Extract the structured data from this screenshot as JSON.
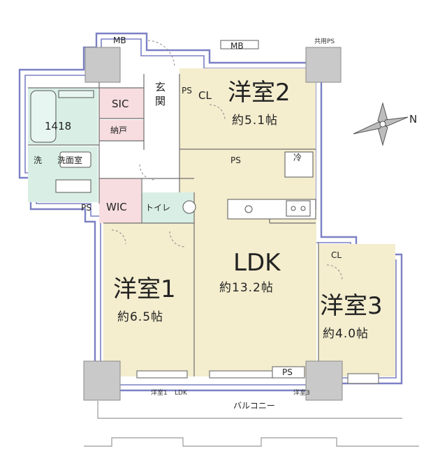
{
  "rooms": {
    "western1": {
      "name": "洋室1",
      "size": "約6.5帖"
    },
    "western2": {
      "name": "洋室2",
      "size": "約5.1帖"
    },
    "western3": {
      "name": "洋室3",
      "size": "約4.0帖"
    },
    "ldk": {
      "name": "LDK",
      "size": "約13.2帖"
    }
  },
  "labels": {
    "mb_left": "MB",
    "mb_right": "MB",
    "common_ps": "共用PS",
    "entrance_1": "玄",
    "entrance_2": "関",
    "sic": "SIC",
    "storage": "納戸",
    "bath": "1418",
    "wash": "洗",
    "washroom": "洗面室",
    "wic": "WIC",
    "toilet": "トイレ",
    "fridge": "冷",
    "balcony": "バルコニー",
    "ps_entry": "PS",
    "ps_kitchen": "PS",
    "ps_wic": "PS",
    "ps_balcony": "PS",
    "cl_w2": "CL",
    "cl_w3": "CL",
    "compass": "N",
    "sash_1": "洋室1",
    "sash_ldk": "LDK",
    "sash_w3": "洋室3"
  },
  "colors": {
    "wall_outline": "#7b80c4",
    "western_room": "#f4edce",
    "wet_area": "#d9efe6",
    "storage": "#f7dde0",
    "corridor": "#ffffff",
    "column": "#c9c9c9"
  }
}
